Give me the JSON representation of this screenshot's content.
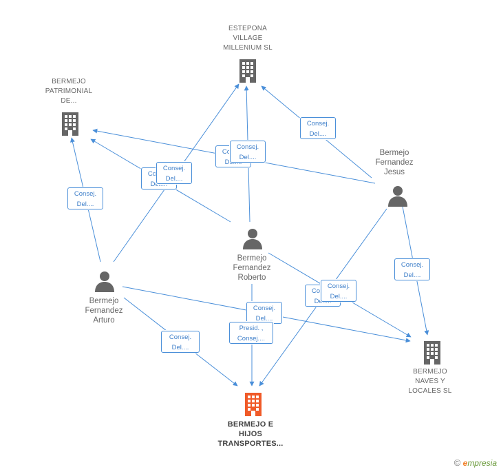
{
  "nodes": {
    "estepona": {
      "label": [
        "ESTEPONA",
        "VILLAGE",
        "MILLENIUM SL"
      ],
      "type": "company",
      "color": "#666666"
    },
    "patrimonial": {
      "label": [
        "BERMEJO",
        "PATRIMONIAL",
        "DE..."
      ],
      "type": "company",
      "color": "#666666"
    },
    "naves": {
      "label": [
        "BERMEJO",
        "NAVES Y",
        "LOCALES SL"
      ],
      "type": "company",
      "color": "#666666"
    },
    "hijos": {
      "label": [
        "BERMEJO E",
        "HIJOS",
        "TRANSPORTES..."
      ],
      "type": "company",
      "color": "#f05a28"
    },
    "jesus": {
      "label": [
        "Bermejo",
        "Fernandez",
        "Jesus"
      ],
      "type": "person",
      "color": "#666666"
    },
    "roberto": {
      "label": [
        "Bermejo",
        "Fernandez",
        "Roberto"
      ],
      "type": "person",
      "color": "#666666"
    },
    "arturo": {
      "label": [
        "Bermejo",
        "Fernandez",
        "Arturo"
      ],
      "type": "person",
      "color": "#666666"
    }
  },
  "edge_labels": {
    "consej_del": [
      "Consej.",
      "Del...."
    ],
    "presid_consej": [
      "Presid. ,",
      "Consej...."
    ]
  },
  "edges": [
    {
      "from": "jesus",
      "to": "estepona",
      "label": "consej_del"
    },
    {
      "from": "jesus",
      "to": "patrimonial",
      "label": "consej_del"
    },
    {
      "from": "jesus",
      "to": "naves",
      "label": "consej_del"
    },
    {
      "from": "jesus",
      "to": "hijos",
      "label": "consej_del"
    },
    {
      "from": "roberto",
      "to": "estepona",
      "label": "consej_del"
    },
    {
      "from": "roberto",
      "to": "patrimonial",
      "label": "consej_del"
    },
    {
      "from": "roberto",
      "to": "naves",
      "label": "consej_del"
    },
    {
      "from": "roberto",
      "to": "hijos",
      "label": "presid_consej"
    },
    {
      "from": "arturo",
      "to": "estepona",
      "label": "consej_del"
    },
    {
      "from": "arturo",
      "to": "patrimonial",
      "label": "consej_del"
    },
    {
      "from": "arturo",
      "to": "naves",
      "label": "consej_del"
    },
    {
      "from": "arturo",
      "to": "hijos",
      "label": "consej_del"
    }
  ],
  "colors": {
    "edge": "#4a8fd9",
    "icon": "#666666",
    "highlight": "#f05a28"
  },
  "watermark": {
    "copyright": "©",
    "brand_initial": "e",
    "brand_rest": "mpresia"
  }
}
